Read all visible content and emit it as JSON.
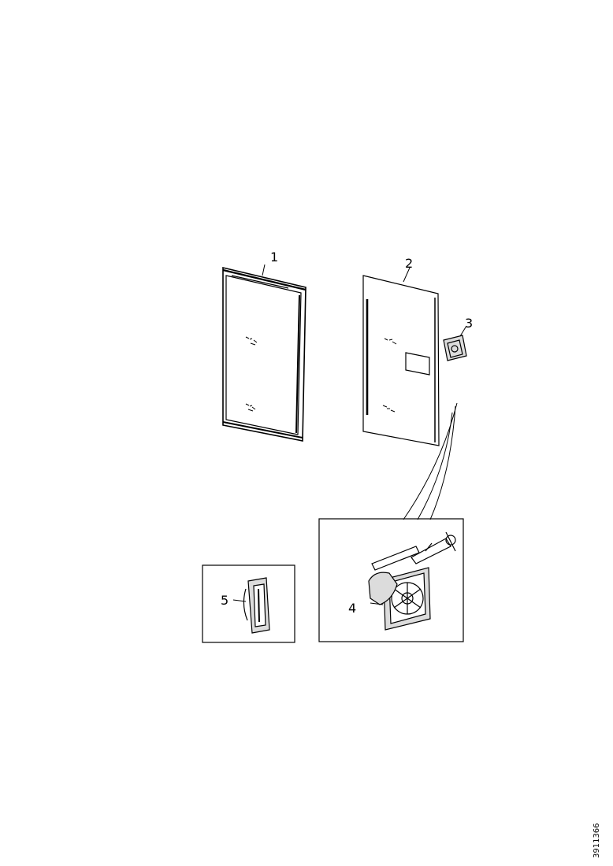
{
  "callouts": {
    "part1": "1",
    "part2": "2",
    "part3": "3",
    "part4": "4",
    "part5": "5"
  },
  "document_number": "3911366",
  "colors": {
    "ink": "#000000",
    "paper": "#ffffff",
    "shade": "#dcdcdc"
  }
}
